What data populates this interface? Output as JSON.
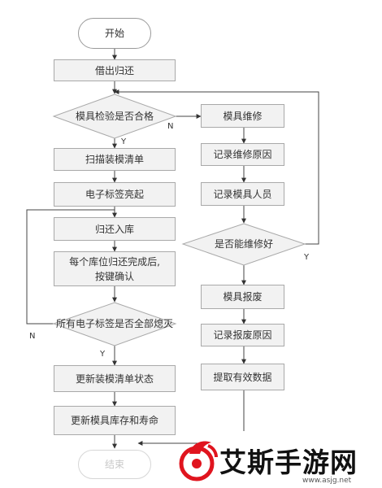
{
  "flowchart": {
    "start": "开始",
    "borrow_return": "借出归还",
    "check_qualified": "模具检验是否合格",
    "scan_list": "扫描装模清单",
    "tag_light": "电子标签亮起",
    "return_stock": "归还入库",
    "confirm_line1": "每个库位归还完成后,",
    "confirm_line2": "按键确认",
    "all_tags_off": "所有电子标签是否全部熄灭",
    "update_list": "更新装模清单状态",
    "update_stock": "更新模具库存和寿命",
    "end": "结束",
    "repair": "模具维修",
    "record_reason": "记录维修原因",
    "record_person": "记录模具人员",
    "repair_ok": "是否能维修好",
    "scrap": "模具报废",
    "record_scrap": "记录报废原因",
    "extract_data": "提取有效数据"
  },
  "edge_labels": {
    "yes": "Y",
    "no": "N"
  },
  "watermark": {
    "text": "艾斯手游网",
    "url": "www.asjg.net",
    "brand_color": "#e0141e"
  }
}
